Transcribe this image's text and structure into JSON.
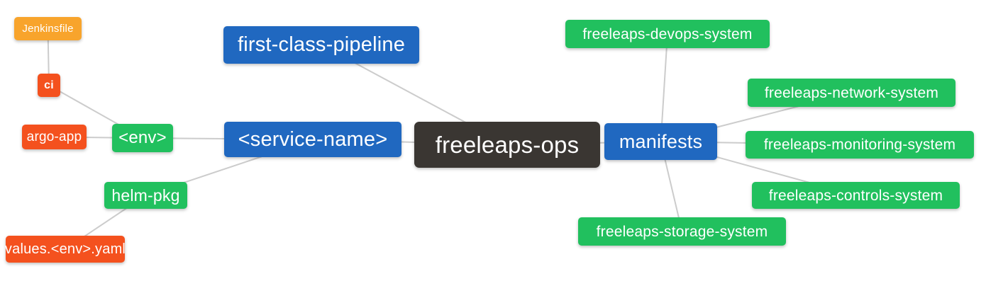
{
  "palette": {
    "blue": "#2068c0",
    "green": "#21c05e",
    "orange": "#f8a42c",
    "red": "#f4511e",
    "dark": "#3a3632",
    "line": "#cccccc",
    "background": "#ffffff",
    "node_text": "#ffffff"
  },
  "diagram": {
    "type": "mindmap",
    "root": "freeleaps-ops",
    "nodes": [
      {
        "id": "jenkinsfile",
        "label": "Jenkinsfile",
        "color": "orange"
      },
      {
        "id": "ci",
        "label": "ci",
        "color": "red"
      },
      {
        "id": "argo-app",
        "label": "argo-app",
        "color": "red"
      },
      {
        "id": "env",
        "label": "<env>",
        "color": "green"
      },
      {
        "id": "helm-pkg",
        "label": "helm-pkg",
        "color": "green"
      },
      {
        "id": "values-env-yaml",
        "label": "values.<env>.yaml",
        "color": "red"
      },
      {
        "id": "first-class-pipeline",
        "label": "first-class-pipeline",
        "color": "blue"
      },
      {
        "id": "service-name",
        "label": "<service-name>",
        "color": "blue"
      },
      {
        "id": "freeleaps-ops",
        "label": "freeleaps-ops",
        "color": "dark"
      },
      {
        "id": "manifests",
        "label": "manifests",
        "color": "blue"
      },
      {
        "id": "freeleaps-devops-system",
        "label": "freeleaps-devops-system",
        "color": "green"
      },
      {
        "id": "freeleaps-network-system",
        "label": "freeleaps-network-system",
        "color": "green"
      },
      {
        "id": "freeleaps-monitoring-system",
        "label": "freeleaps-monitoring-system",
        "color": "green"
      },
      {
        "id": "freeleaps-controls-system",
        "label": "freeleaps-controls-system",
        "color": "green"
      },
      {
        "id": "freeleaps-storage-system",
        "label": "freeleaps-storage-system",
        "color": "green"
      }
    ],
    "edges": [
      [
        "jenkinsfile",
        "ci"
      ],
      [
        "ci",
        "env"
      ],
      [
        "argo-app",
        "env"
      ],
      [
        "env",
        "service-name"
      ],
      [
        "helm-pkg",
        "service-name"
      ],
      [
        "values-env-yaml",
        "helm-pkg"
      ],
      [
        "first-class-pipeline",
        "freeleaps-ops"
      ],
      [
        "service-name",
        "freeleaps-ops"
      ],
      [
        "freeleaps-ops",
        "manifests"
      ],
      [
        "manifests",
        "freeleaps-devops-system"
      ],
      [
        "manifests",
        "freeleaps-network-system"
      ],
      [
        "manifests",
        "freeleaps-monitoring-system"
      ],
      [
        "manifests",
        "freeleaps-controls-system"
      ],
      [
        "manifests",
        "freeleaps-storage-system"
      ]
    ]
  }
}
